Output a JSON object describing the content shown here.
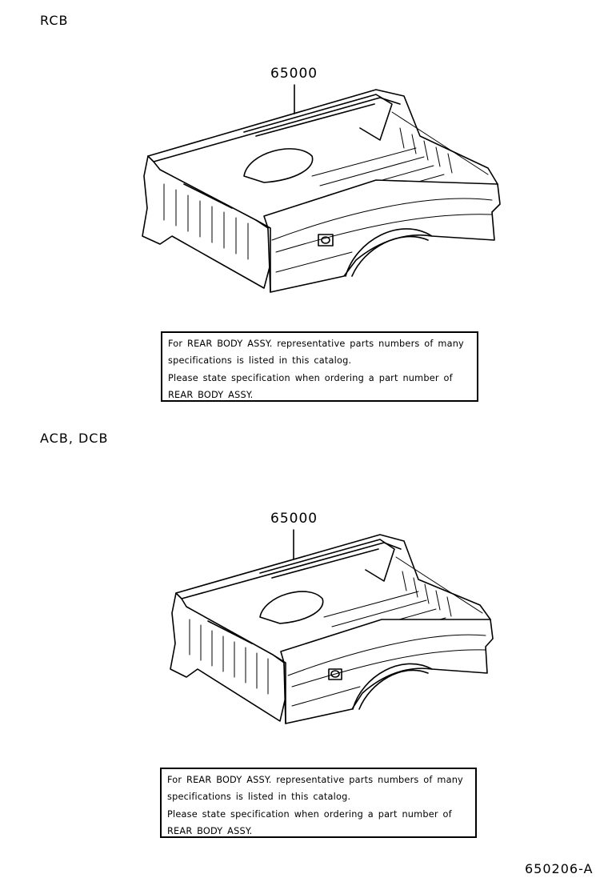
{
  "sections": [
    {
      "label": "RCB",
      "part_number": "65000",
      "note_lines": [
        "For REAR BODY ASSY.  representative parts numbers of many",
        "specifications is listed in this catalog.",
        "Please state specification when ordering a part number of",
        "REAR BODY ASSY."
      ]
    },
    {
      "label": "ACB, DCB",
      "part_number": "65000",
      "note_lines": [
        "For REAR BODY ASSY.  representative parts numbers of many",
        "specifications is listed in this catalog.",
        "Please state specification when ordering a part number of",
        "REAR BODY ASSY."
      ]
    }
  ],
  "reference_code": "650206-A"
}
